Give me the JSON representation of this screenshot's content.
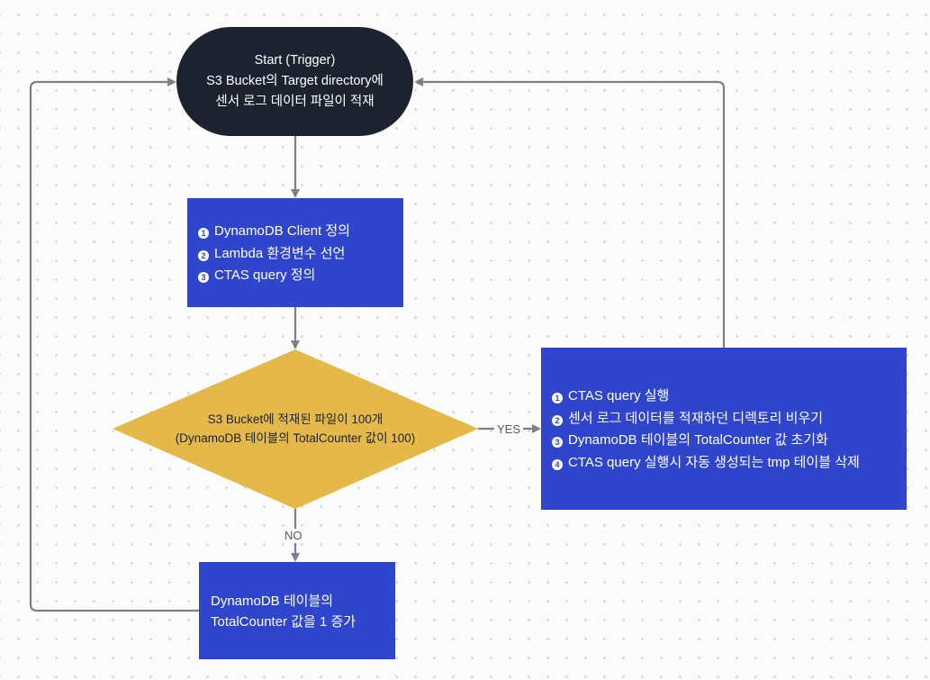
{
  "start": {
    "lines": [
      "Start (Trigger)",
      "S3 Bucket의 Target directory에",
      "센서 로그 데이터 파일이 적재"
    ]
  },
  "setup": {
    "items": [
      {
        "num": "1",
        "text": "DynamoDB Client 정의"
      },
      {
        "num": "2",
        "text": "Lambda 환경변수 선언"
      },
      {
        "num": "3",
        "text": "CTAS query 정의"
      }
    ]
  },
  "decision": {
    "lines": [
      "S3 Bucket에 적재된 파일이 100개",
      "(DynamoDB 테이블의 TotalCounter 값이 100)"
    ]
  },
  "yes_branch": {
    "label": "YES",
    "items": [
      {
        "num": "1",
        "text": "CTAS query 실행"
      },
      {
        "num": "2",
        "text": "센서 로그 데이터를  적재하던 디렉토리 비우기"
      },
      {
        "num": "3",
        "text": "DynamoDB 테이블의 TotalCounter 값 초기화"
      },
      {
        "num": "4",
        "text": "CTAS query 실행시 자동 생성되는 tmp 테이블 삭제"
      }
    ]
  },
  "no_branch": {
    "label": "NO",
    "lines": [
      "DynamoDB 테이블의",
      "TotalCounter 값을 1 증가"
    ]
  },
  "colors": {
    "start_fill": "#1d2230",
    "process_fill": "#2f45cc",
    "decision_fill": "#e4b94a",
    "connector": "#7d808a"
  }
}
